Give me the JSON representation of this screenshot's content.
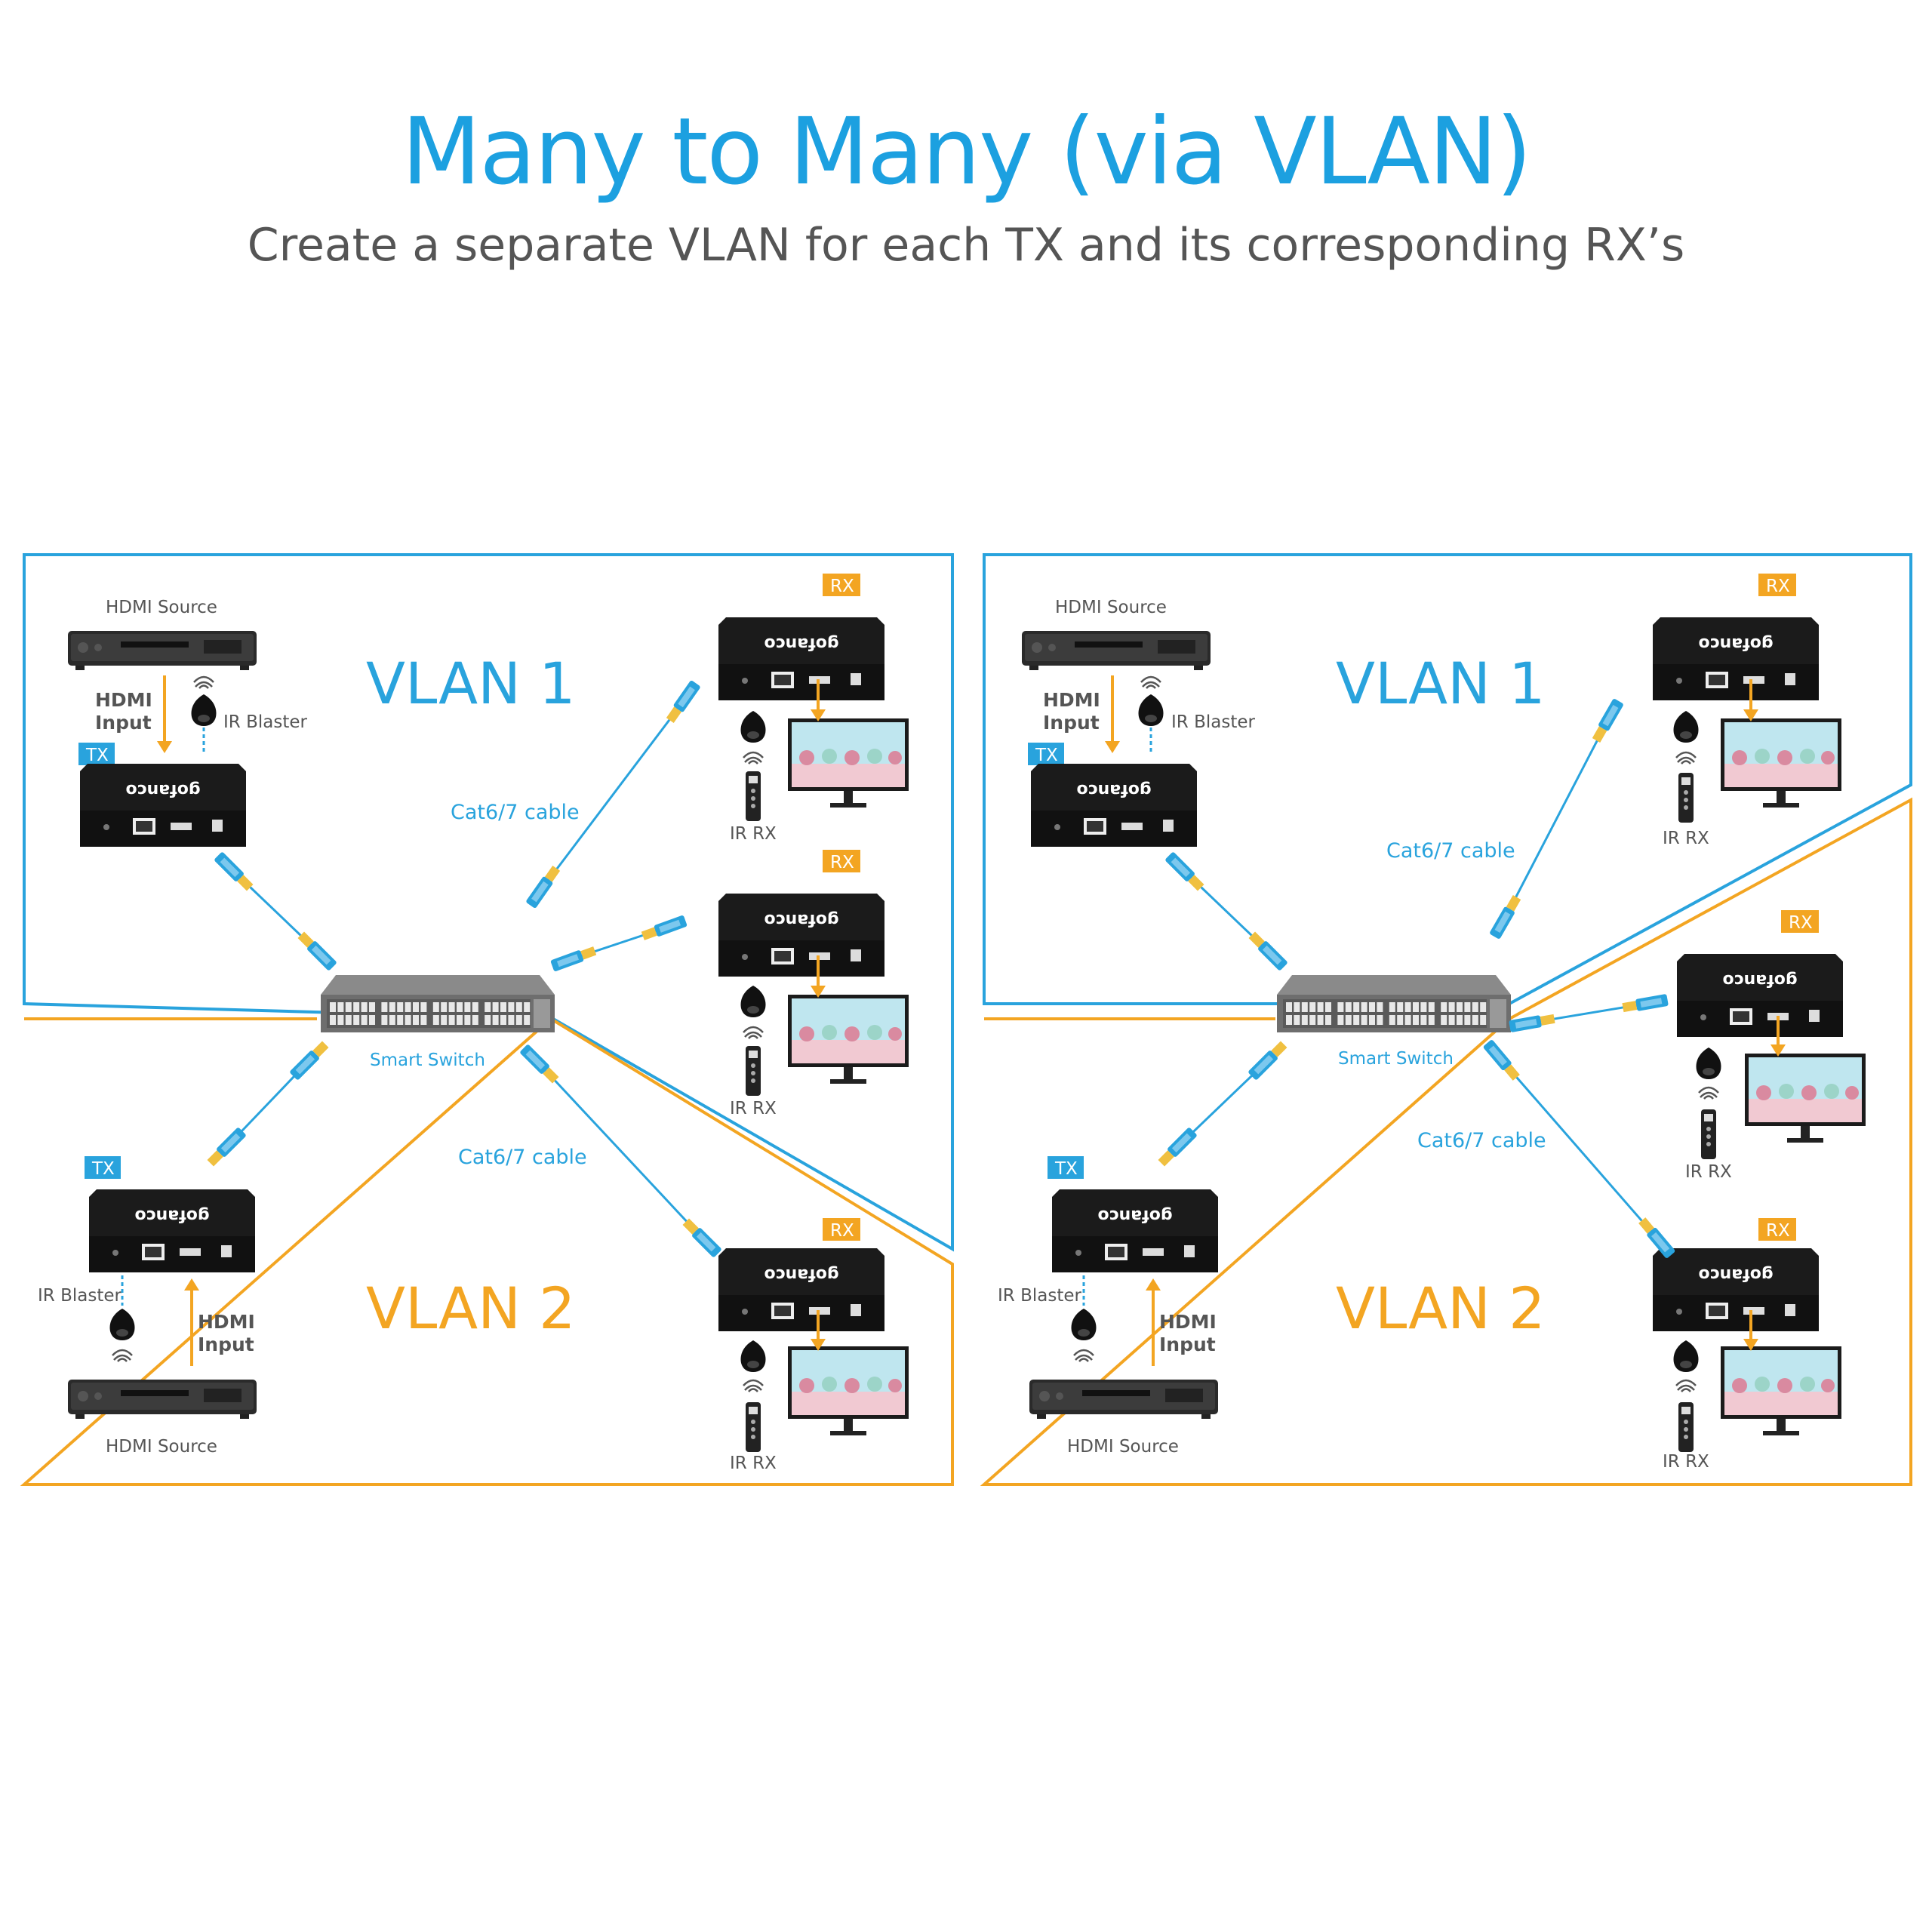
{
  "title": "Many to Many (via VLAN)",
  "subtitle": "Create a separate VLAN for each TX and its corresponding RX’s",
  "colors": {
    "vlan1": "#29a3dd",
    "vlan2": "#f3a522",
    "title": "#1ca0e0",
    "device": "#1b1b1b",
    "switch": "#7d7d7d"
  },
  "labels": {
    "vlan1": "VLAN 1",
    "vlan2": "VLAN 2",
    "hdmi_source": "HDMI Source",
    "hdmi": "HDMI",
    "input": "Input",
    "ir_blaster": "IR Blaster",
    "tx": "TX",
    "rx": "RX",
    "ir_rx": "IR RX",
    "cable": "Cat6/7 cable",
    "switch": "Smart Switch",
    "brand": "gofanco"
  },
  "icons": [
    "hdmi-source-icon",
    "tx-extender-icon",
    "rx-extender-icon",
    "monitor-icon",
    "ir-blaster-icon",
    "ir-remote-icon",
    "ethernet-plug-icon",
    "network-switch-icon"
  ]
}
